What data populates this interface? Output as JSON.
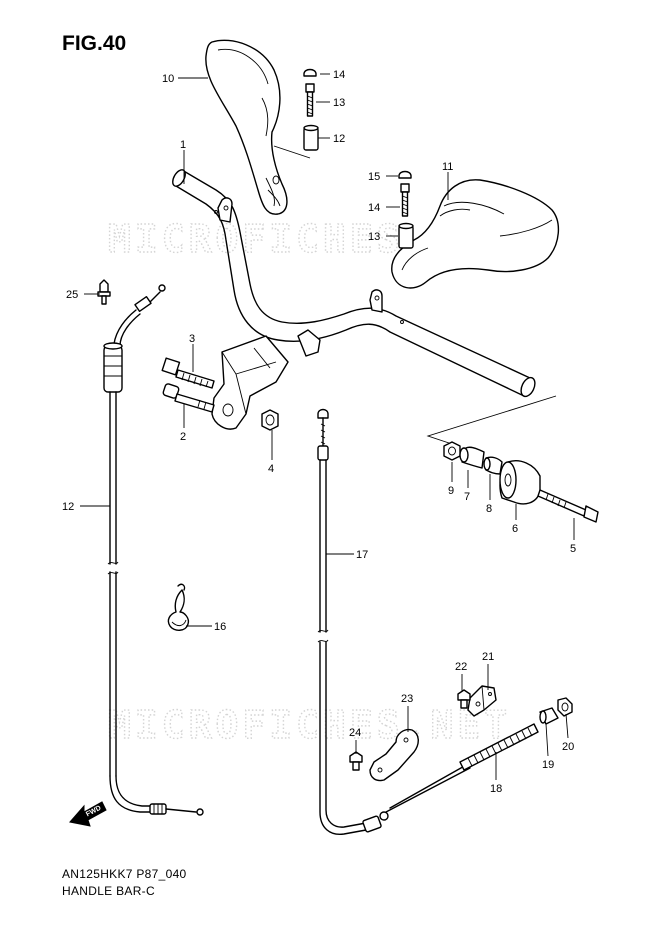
{
  "figure": {
    "title": "FIG.40",
    "code": "AN125HKK7 P87_040",
    "name": "HANDLE BAR-C"
  },
  "watermark": {
    "text": "MICROFICHES.NET"
  },
  "forward_mark": "FWD",
  "callouts": [
    {
      "id": "c1",
      "label": "1"
    },
    {
      "id": "c2",
      "label": "2"
    },
    {
      "id": "c3",
      "label": "3"
    },
    {
      "id": "c4",
      "label": "4"
    },
    {
      "id": "c5",
      "label": "5"
    },
    {
      "id": "c6",
      "label": "6"
    },
    {
      "id": "c7",
      "label": "7"
    },
    {
      "id": "c8",
      "label": "8"
    },
    {
      "id": "c9",
      "label": "9"
    },
    {
      "id": "c10",
      "label": "10"
    },
    {
      "id": "c11",
      "label": "11"
    },
    {
      "id": "c12a",
      "label": "12"
    },
    {
      "id": "c12b",
      "label": "12"
    },
    {
      "id": "c13a",
      "label": "13"
    },
    {
      "id": "c13b",
      "label": "13"
    },
    {
      "id": "c14a",
      "label": "14"
    },
    {
      "id": "c14b",
      "label": "14"
    },
    {
      "id": "c15",
      "label": "15"
    },
    {
      "id": "c16",
      "label": "16"
    },
    {
      "id": "c17",
      "label": "17"
    },
    {
      "id": "c18",
      "label": "18"
    },
    {
      "id": "c19",
      "label": "19"
    },
    {
      "id": "c20",
      "label": "20"
    },
    {
      "id": "c21",
      "label": "21"
    },
    {
      "id": "c22",
      "label": "22"
    },
    {
      "id": "c23",
      "label": "23"
    },
    {
      "id": "c24",
      "label": "24"
    },
    {
      "id": "c25",
      "label": "25"
    }
  ]
}
